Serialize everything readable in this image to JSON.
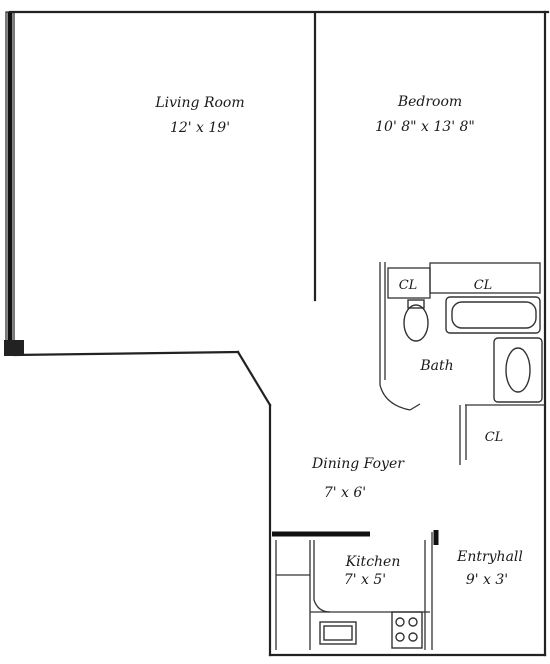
{
  "rooms": {
    "living_room": {
      "name": "Living Room",
      "dimensions": "12' x 19'"
    },
    "bedroom": {
      "name": "Bedroom",
      "dimensions": "10' 8\" x 13' 8\""
    },
    "bath": {
      "name": "Bath"
    },
    "dining_foyer": {
      "name": "Dining Foyer",
      "dimensions": "7' x 6'"
    },
    "kitchen": {
      "name": "Kitchen",
      "dimensions": "7' x 5'"
    },
    "entryhall": {
      "name": "Entryhall",
      "dimensions": "9' x 3'"
    }
  },
  "closets": {
    "bath_closet": "CL",
    "bedroom_closet": "CL",
    "foyer_closet": "CL"
  }
}
